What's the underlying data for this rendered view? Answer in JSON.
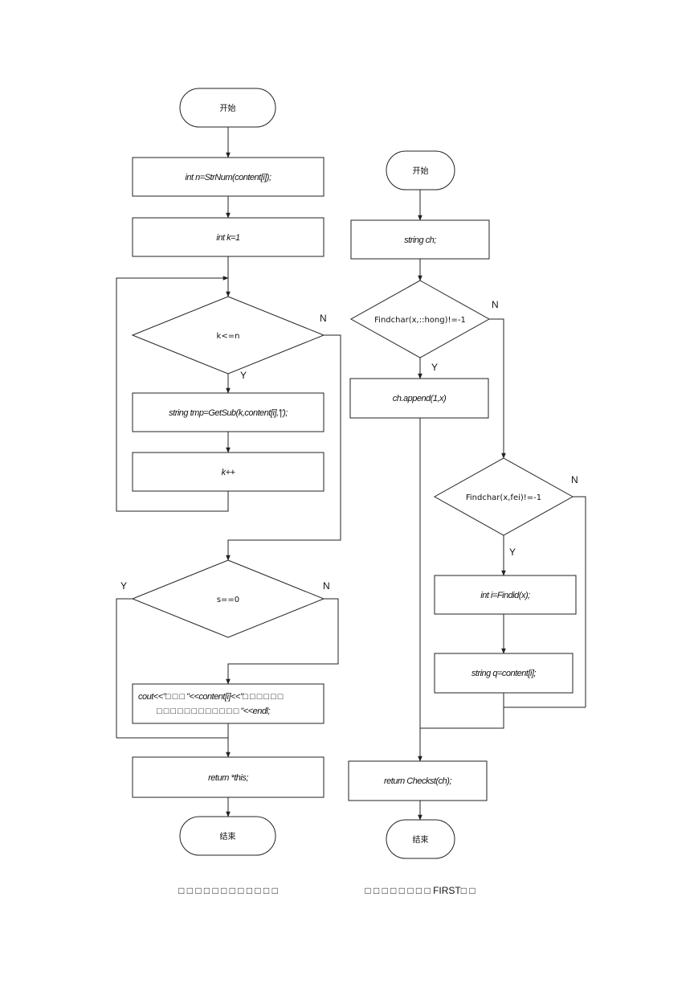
{
  "left": {
    "start": "开始",
    "box1": "int n=StrNum(content[i]);",
    "box2": "int k=1",
    "cond1": "k<=n",
    "cond1_yes": "Y",
    "cond1_no": "N",
    "box3": "string tmp=GetSub(k,content[i],'|');",
    "box4": "k++",
    "cond2": "s==0",
    "cond2_yes": "Y",
    "cond2_no": "N",
    "box5_line1": "cout<<\"□ □ □  \"<<content[i]<<\"□ □ □ □ □ □",
    "box5_line2": "□ □ □ □ □ □ □ □ □ □ □ □  \"<<endl;",
    "box6": "return *this;",
    "end": "结束",
    "caption": "□ □ □ □ □ □ □ □ □ □ □ □"
  },
  "right": {
    "start": "开始",
    "box1": "string ch;",
    "cond1": "Findchar(x,::hong)!=-1",
    "cond1_yes": "Y",
    "cond1_no": "N",
    "box2": "ch.append(1,x)",
    "cond2": "Findchar(x,fei)!=-1",
    "cond2_yes": "Y",
    "cond2_no": "N",
    "box3": "int i=Findid(x);",
    "box4": "string q=content[i];",
    "box5": "return Checkst(ch);",
    "end": "结束",
    "caption": "□ □ □ □ □ □ □ □ FIRST□ □"
  }
}
